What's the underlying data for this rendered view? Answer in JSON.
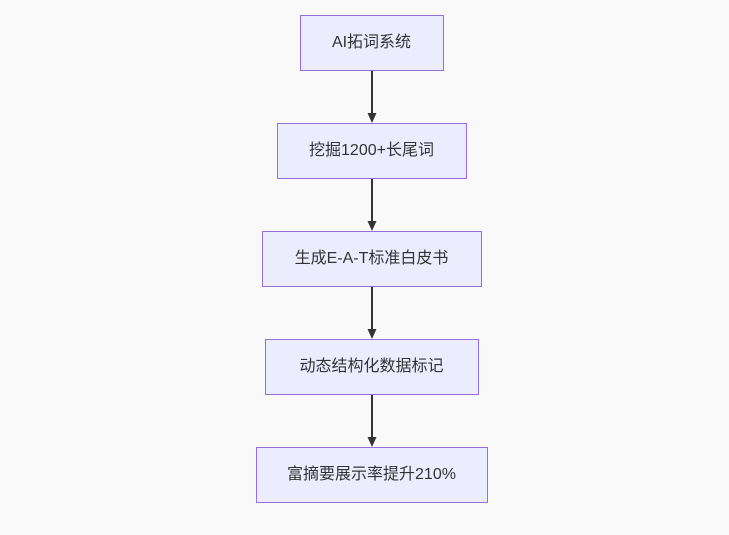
{
  "diagram": {
    "type": "flowchart-vertical",
    "nodes": [
      {
        "id": "A",
        "label": "AI拓词系统"
      },
      {
        "id": "B",
        "label": "挖掘1200+长尾词"
      },
      {
        "id": "C",
        "label": "生成E-A-T标准白皮书"
      },
      {
        "id": "D",
        "label": "动态结构化数据标记"
      },
      {
        "id": "E",
        "label": "富摘要展示率提升210%"
      }
    ],
    "edges": [
      {
        "from": "A",
        "to": "B"
      },
      {
        "from": "B",
        "to": "C"
      },
      {
        "from": "C",
        "to": "D"
      },
      {
        "from": "D",
        "to": "E"
      }
    ],
    "colors": {
      "background": "#f9f9f9",
      "node_fill": "#ECECFF",
      "node_border": "#9370DB",
      "edge": "#333333",
      "text": "#333333"
    }
  }
}
